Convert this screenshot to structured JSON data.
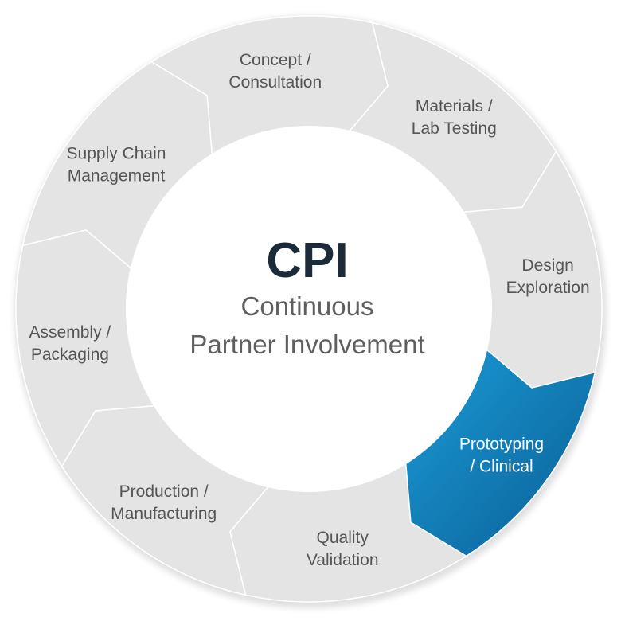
{
  "center": {
    "title": "CPI",
    "subtitle_line1": "Continuous",
    "subtitle_line2": "Partner Involvement"
  },
  "segments": [
    {
      "line1": "Concept /",
      "line2": "Consultation",
      "highlight": false
    },
    {
      "line1": "Materials /",
      "line2": "Lab Testing",
      "highlight": false
    },
    {
      "line1": "Design",
      "line2": "Exploration",
      "highlight": false
    },
    {
      "line1": "Prototyping",
      "line2": "/ Clinical",
      "highlight": true
    },
    {
      "line1": "Quality",
      "line2": "Validation",
      "highlight": false
    },
    {
      "line1": "Production /",
      "line2": "Manufacturing",
      "highlight": false
    },
    {
      "line1": "Assembly /",
      "line2": "Packaging",
      "highlight": false
    },
    {
      "line1": "Supply Chain",
      "line2": "Management",
      "highlight": false
    }
  ],
  "colors": {
    "segment_fill": "#e4e4e4",
    "segment_edge": "#ffffff",
    "highlight_start": "#1b9cd8",
    "highlight_end": "#0a5d93",
    "label_text": "#555555",
    "highlight_text": "#ffffff",
    "title_text": "#1c2b3a",
    "subtitle_text": "#5f5f5f"
  }
}
